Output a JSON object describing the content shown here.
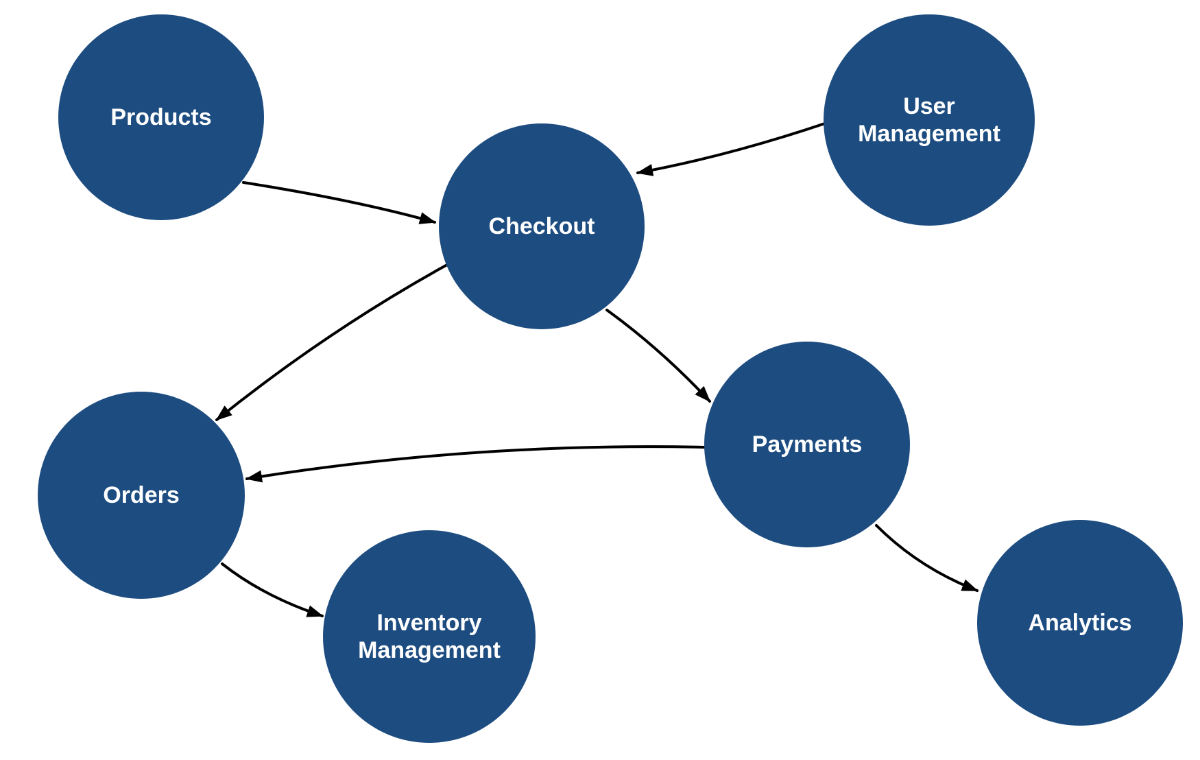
{
  "diagram": {
    "colors": {
      "background": "#ffffff",
      "node_fill": "#1d4c80",
      "node_text": "#ffffff",
      "edge_color": "#000000"
    },
    "nodes": [
      {
        "id": "products",
        "label": "Products"
      },
      {
        "id": "user-management",
        "label": "User Management"
      },
      {
        "id": "checkout",
        "label": "Checkout"
      },
      {
        "id": "payments",
        "label": "Payments"
      },
      {
        "id": "orders",
        "label": "Orders"
      },
      {
        "id": "inventory-management",
        "label": "Inventory Management"
      },
      {
        "id": "analytics",
        "label": "Analytics"
      }
    ],
    "edges": [
      {
        "from": "Products",
        "to": "Checkout"
      },
      {
        "from": "User Management",
        "to": "Checkout"
      },
      {
        "from": "Checkout",
        "to": "Payments"
      },
      {
        "from": "Checkout",
        "to": "Orders"
      },
      {
        "from": "Payments",
        "to": "Orders"
      },
      {
        "from": "Orders",
        "to": "Inventory Management"
      },
      {
        "from": "Payments",
        "to": "Analytics"
      }
    ]
  }
}
